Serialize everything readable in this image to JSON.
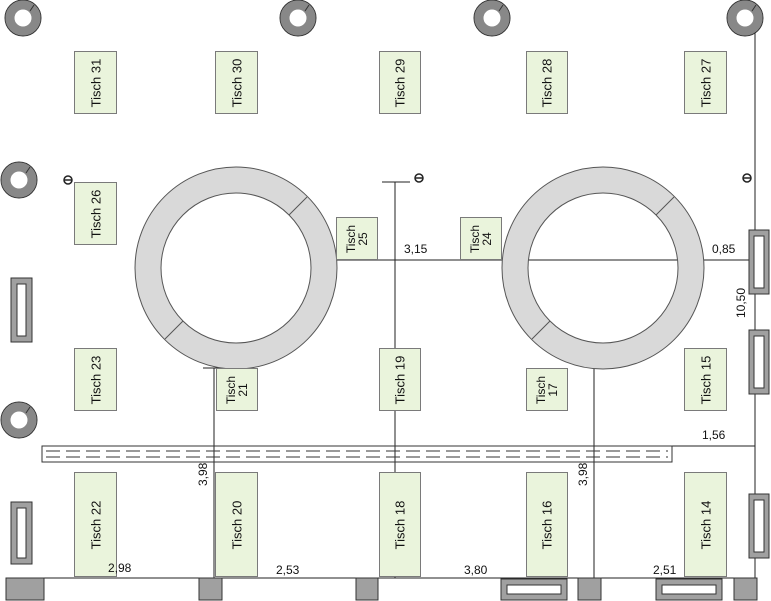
{
  "tables": {
    "t31": "Tisch 31",
    "t30": "Tisch 30",
    "t29": "Tisch 29",
    "t28": "Tisch 28",
    "t27": "Tisch 27",
    "t26": "Tisch 26",
    "t25": "Tisch\n25",
    "t24": "Tisch\n24",
    "t23": "Tisch 23",
    "t21": "Tisch\n21",
    "t19": "Tisch 19",
    "t17": "Tisch\n17",
    "t15": "Tisch 15",
    "t22": "Tisch 22",
    "t20": "Tisch 20",
    "t18": "Tisch 18",
    "t16": "Tisch 16",
    "t14": "Tisch 14"
  },
  "dimensions": {
    "d_315": "3,15",
    "d_085": "0,85",
    "d_1050": "10,50",
    "d_156": "1,56",
    "d_398_left": "3,98",
    "d_398_right": "3,98",
    "d_298": "2,98",
    "d_253": "2,53",
    "d_380": "3,80",
    "d_251": "2,51"
  },
  "colors": {
    "table_fill": "#eaf4dc",
    "fixture_fill": "#a0a0a0",
    "ring_fill": "#d9d9d9",
    "stroke": "#555555"
  }
}
